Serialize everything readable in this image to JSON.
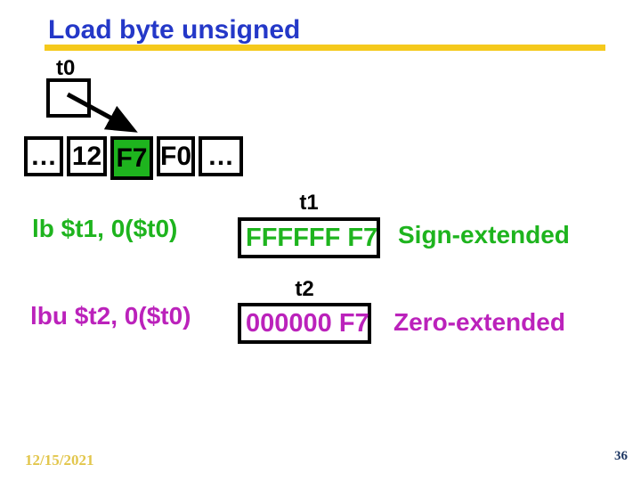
{
  "slide": {
    "title": "Load byte unsigned",
    "footer": {
      "date": "12/15/2021",
      "page": "36"
    },
    "colors": {
      "title_blue": "#2438C8",
      "underline_yellow": "#F5C91C",
      "green": "#1EB41E",
      "magenta": "#BB22BB",
      "footer_gold": "#E2C64C",
      "page_navy": "#1F3864",
      "border_black": "#000000"
    }
  },
  "memory": {
    "pointer_label": "t0",
    "cells": [
      {
        "value": "…",
        "highlight": false
      },
      {
        "value": "12",
        "highlight": false
      },
      {
        "value": "F7",
        "highlight": true
      },
      {
        "value": "F0",
        "highlight": false
      },
      {
        "value": "…",
        "highlight": false
      }
    ]
  },
  "rows": [
    {
      "instruction": "lb $t1, 0($t0)",
      "register": "t1",
      "value": "FFFFFF F7",
      "note": "Sign-extended",
      "color": "#1EB41E"
    },
    {
      "instruction": "lbu $t2, 0($t0)",
      "register": "t2",
      "value": "000000 F7",
      "note": "Zero-extended",
      "color": "#BB22BB"
    }
  ]
}
